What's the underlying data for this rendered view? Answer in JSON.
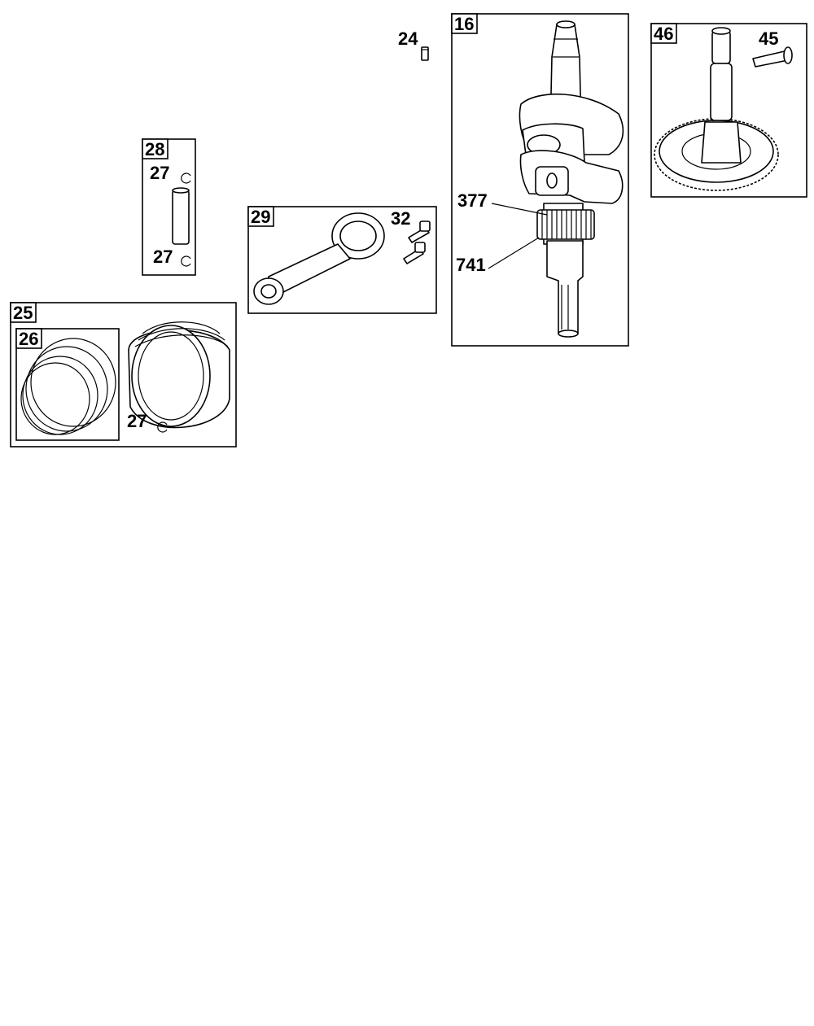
{
  "groups": {
    "g16": "16",
    "g46": "46",
    "g28": "28",
    "g29": "29",
    "g25": "25",
    "g26": "26"
  },
  "callouts": {
    "c24": "24",
    "c45": "45",
    "c27a": "27",
    "c27b": "27",
    "c27c": "27",
    "c32": "32",
    "c377": "377",
    "c741": "741"
  }
}
